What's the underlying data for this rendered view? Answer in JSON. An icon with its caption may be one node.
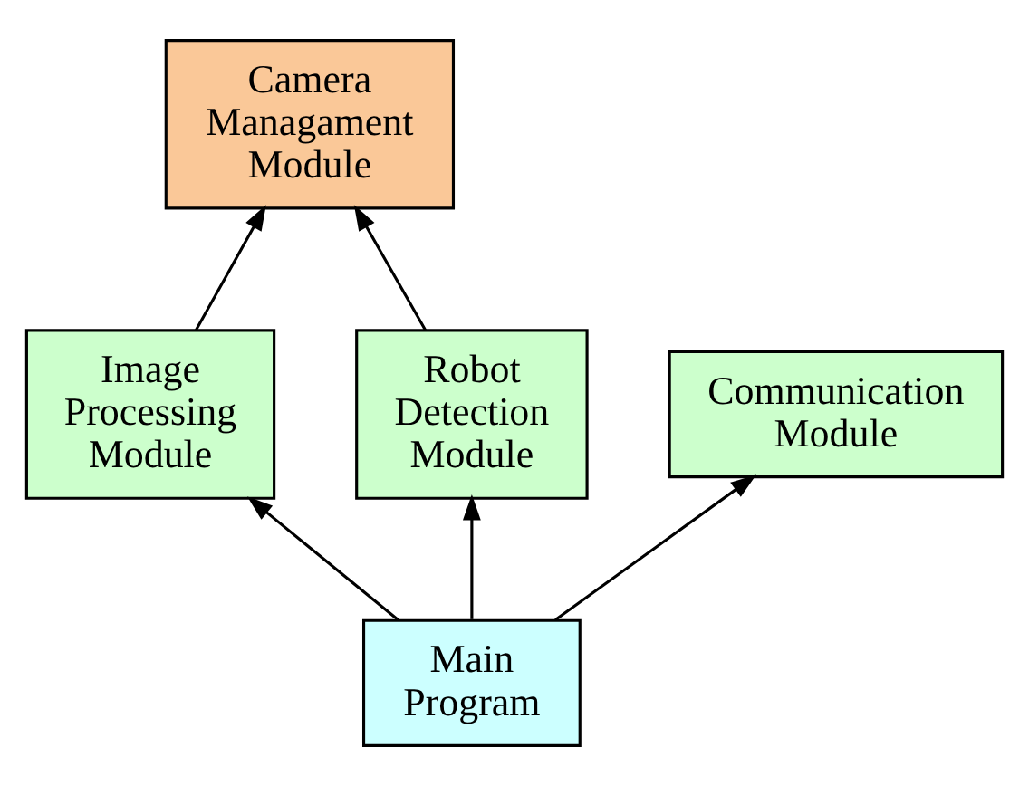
{
  "diagram": {
    "nodes": [
      {
        "text": [
          "Camera Managament Module"
        ]
      },
      {
        "text": [
          "Image Processing Module"
        ]
      },
      {
        "text": [
          "Robot Detection Module"
        ]
      },
      {
        "text": [
          "Communication Module"
        ]
      },
      {
        "text": [
          "Main Program"
        ]
      }
    ],
    "edges": [
      {
        "from": 1,
        "to": 0,
        "arrow": "to"
      },
      {
        "from": 2,
        "to": 0,
        "arrow": "to"
      },
      {
        "from": 4,
        "to": 1,
        "arrow": "to"
      },
      {
        "from": 4,
        "to": 2,
        "arrow": "to"
      },
      {
        "from": 4,
        "to": 3,
        "arrow": "to"
      }
    ]
  }
}
